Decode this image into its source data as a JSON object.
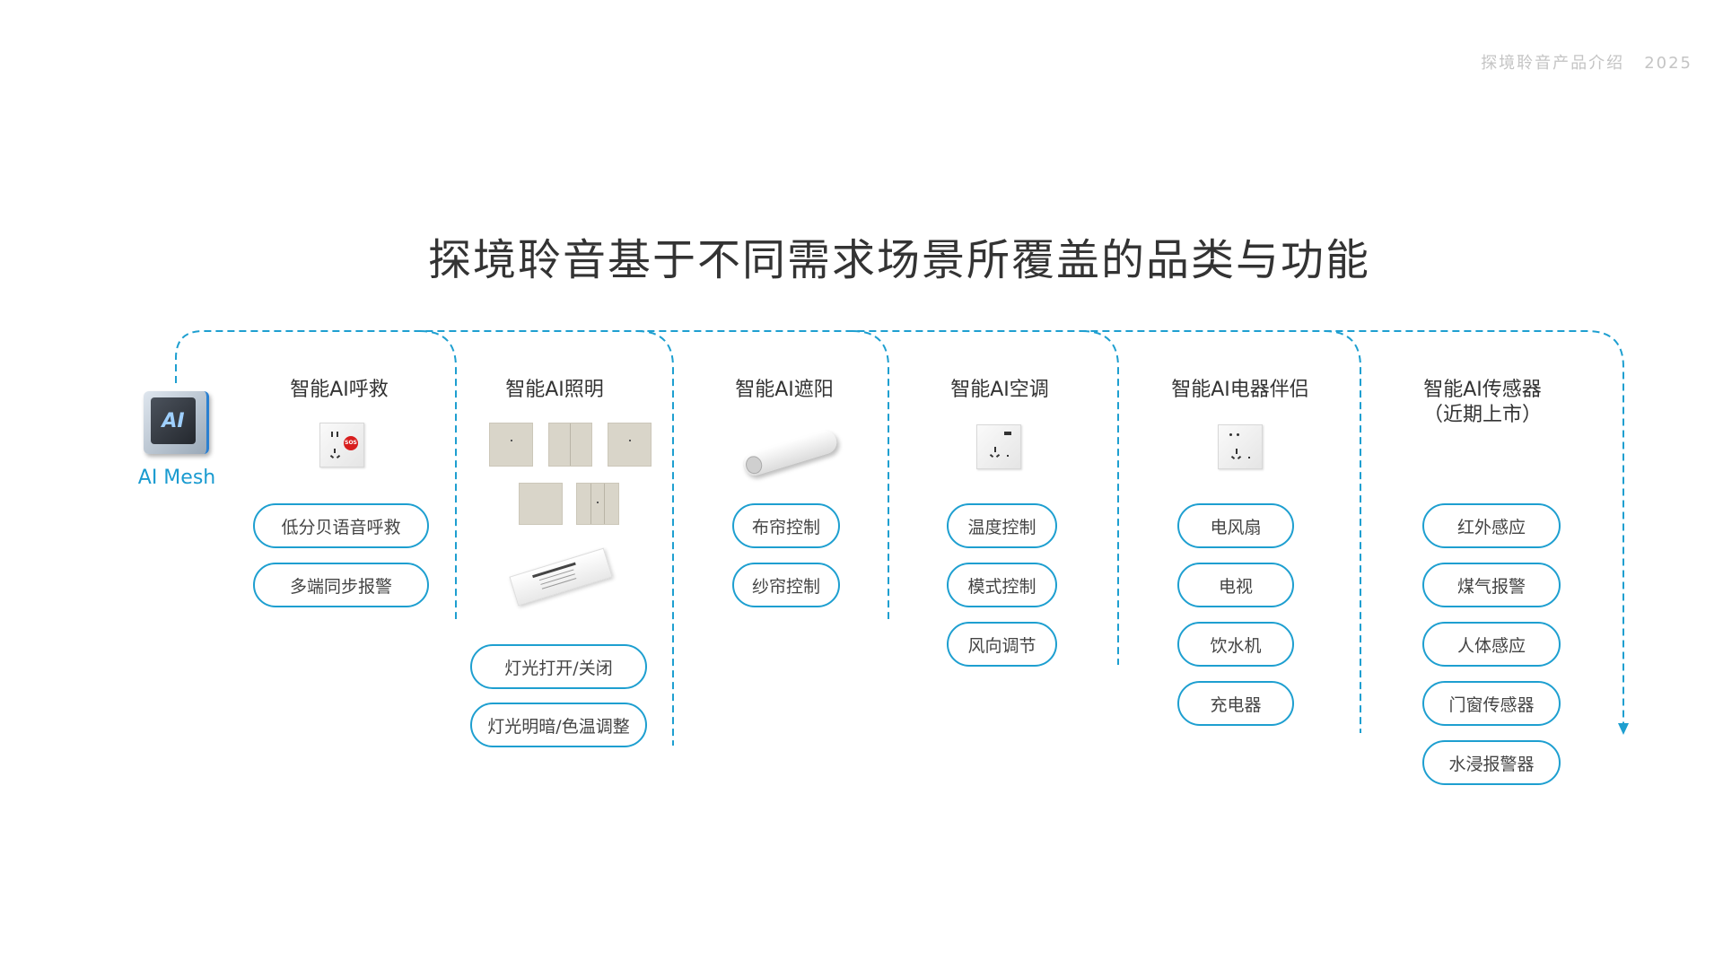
{
  "header": {
    "brand_text": "探境聆音产品介绍",
    "year": "2025"
  },
  "title": "探境聆音基于不同需求场景所覆盖的品类与功能",
  "hub": {
    "chip_label": "AI",
    "label": "AI Mesh"
  },
  "colors": {
    "accent": "#1e9fd0",
    "text": "#444444",
    "title": "#333333"
  },
  "columns": [
    {
      "title": "智能AI呼救",
      "features": [
        "低分贝语音呼救",
        "多端同步报警"
      ]
    },
    {
      "title": "智能AI照明",
      "features": [
        "灯光打开/关闭",
        "灯光明暗/色温调整"
      ]
    },
    {
      "title": "智能AI遮阳",
      "features": [
        "布帘控制",
        "纱帘控制"
      ]
    },
    {
      "title": "智能AI空调",
      "features": [
        "温度控制",
        "模式控制",
        "风向调节"
      ]
    },
    {
      "title": "智能AI电器伴侣",
      "features": [
        "电风扇",
        "电视",
        "饮水机",
        "充电器"
      ]
    },
    {
      "title": "智能AI传感器",
      "subtitle": "（近期上市）",
      "features": [
        "红外感应",
        "煤气报警",
        "人体感应",
        "门窗传感器",
        "水浸报警器"
      ]
    }
  ],
  "sos_badge": "SOS"
}
